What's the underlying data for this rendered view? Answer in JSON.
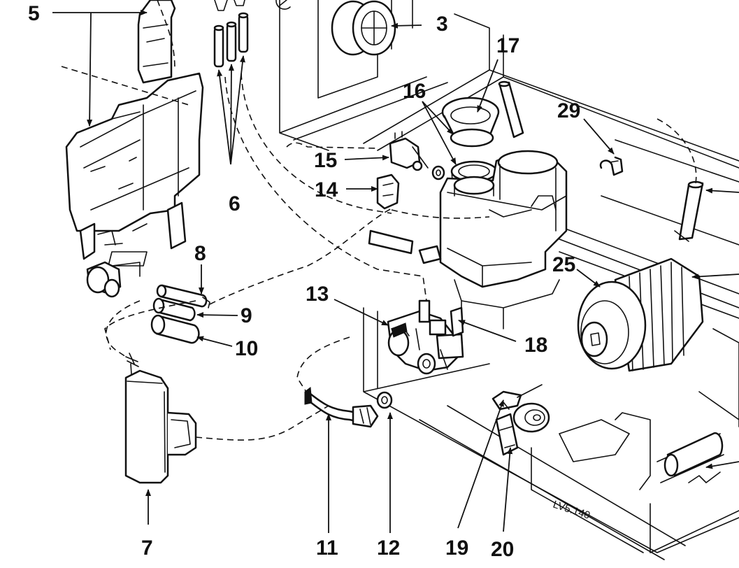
{
  "diagram": {
    "callouts": {
      "c3": "3",
      "c5": "5",
      "c6": "6",
      "c7": "7",
      "c8": "8",
      "c9": "9",
      "c10": "10",
      "c11": "11",
      "c12": "12",
      "c13": "13",
      "c14": "14",
      "c15": "15",
      "c16": "16",
      "c17": "17",
      "c18": "18",
      "c19": "19",
      "c20": "20",
      "c25": "25",
      "c29": "29"
    },
    "reference_code": "LV5.140"
  }
}
